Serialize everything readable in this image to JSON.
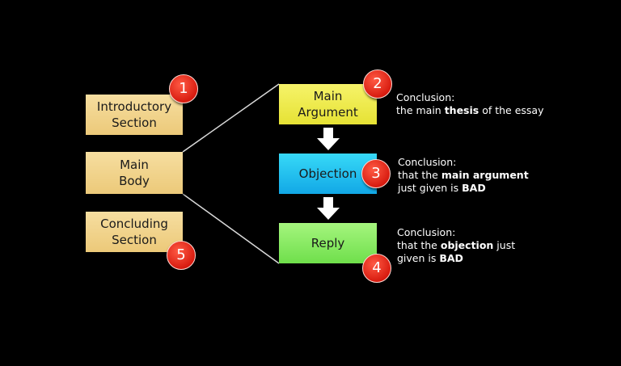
{
  "sections": {
    "introductory": {
      "label": "Introductory\nSection",
      "badge": "1"
    },
    "main_body": {
      "label": "Main\nBody"
    },
    "concluding": {
      "label": "Concluding\nSection",
      "badge": "5"
    }
  },
  "steps": {
    "main_argument": {
      "label": "Main\nArgument",
      "badge": "2"
    },
    "objection": {
      "label": "Objection",
      "badge": "3"
    },
    "reply": {
      "label": "Reply",
      "badge": "4"
    }
  },
  "notes": {
    "main_argument": {
      "heading": "Conclusion:",
      "pre": "the main ",
      "bold": "thesis",
      "post": " of the essay"
    },
    "objection": {
      "heading": "Conclusion:",
      "line1_pre": "that the ",
      "line1_bold": "main argument",
      "line2_pre": "just given is ",
      "line2_bold": "BAD"
    },
    "reply": {
      "heading": "Conclusion:",
      "line1_pre": "that the ",
      "line1_bold": "objection",
      "line1_post": " just",
      "line2_pre": "given is ",
      "line2_bold": "BAD"
    }
  },
  "colors": {
    "tan_box": "#f1d48c",
    "main_argument_box": "#f1ee55",
    "objection_box": "#24c2ef",
    "reply_box": "#8ceb66",
    "badge": "#e02414",
    "connector": "#d9d9d9",
    "arrow": "#ffffff"
  }
}
